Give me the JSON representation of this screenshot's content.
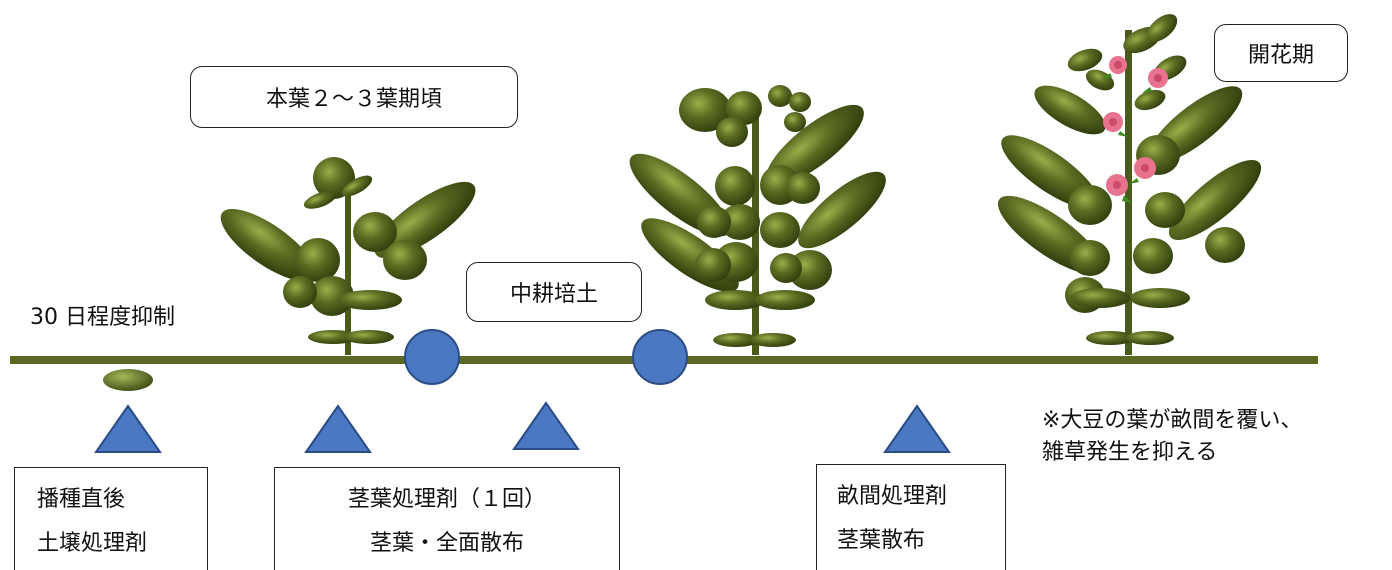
{
  "labels": {
    "stage_23_leaf": "本葉２～３葉期頃",
    "flowering": "開花期",
    "cultivation": "中耕培土",
    "suppression": "30 日程度抑制",
    "note_line1": "※大豆の葉が畝間を覆い、",
    "note_line2": "雑草発生を抑える"
  },
  "treatments": [
    {
      "line1": "播種直後",
      "line2": "土壌処理剤"
    },
    {
      "line1": "茎葉処理剤（１回）",
      "line2": "茎葉・全面散布"
    },
    {
      "line1": "畝間処理剤",
      "line2": "茎葉散布"
    }
  ],
  "colors": {
    "ground": "#5a6a22",
    "leaf": "#56661f",
    "leaf_dark": "#3a4812",
    "marker_fill": "#4a78c2",
    "marker_stroke": "#2b4c85",
    "flower": "#e8738f"
  },
  "icons": [
    "triangle-marker",
    "circle-marker",
    "seed-icon",
    "soybean-plant",
    "flower-icon"
  ]
}
